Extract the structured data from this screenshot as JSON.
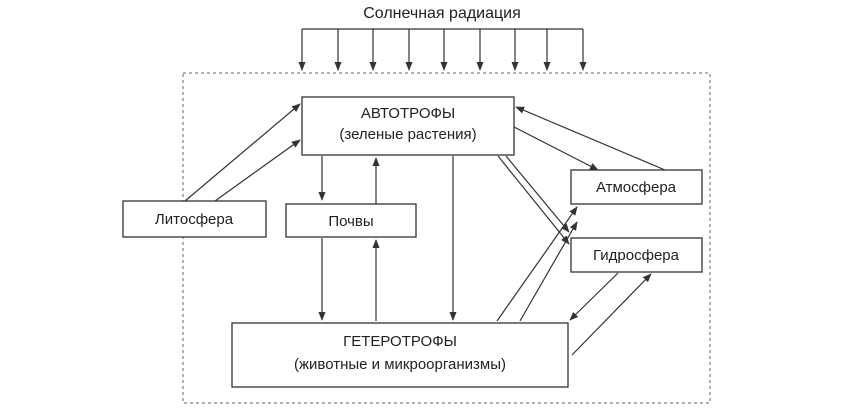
{
  "diagram": {
    "title": "Солнечная радиация",
    "nodes": {
      "autotrophs": {
        "line1": "АВТОТРОФЫ",
        "line2": "(зеленые растения)"
      },
      "lithosphere": {
        "label": "Литосфера"
      },
      "soils": {
        "label": "Почвы"
      },
      "atmosphere": {
        "label": "Атмосфера"
      },
      "hydrosphere": {
        "label": "Гидросфера"
      },
      "heterotrophs": {
        "line1": "ГЕТЕРОТРОФЫ",
        "line2": "(животные и микроорганизмы)"
      }
    },
    "colors": {
      "stroke": "#333333",
      "boundary": "#666666",
      "background": "#ffffff"
    }
  }
}
